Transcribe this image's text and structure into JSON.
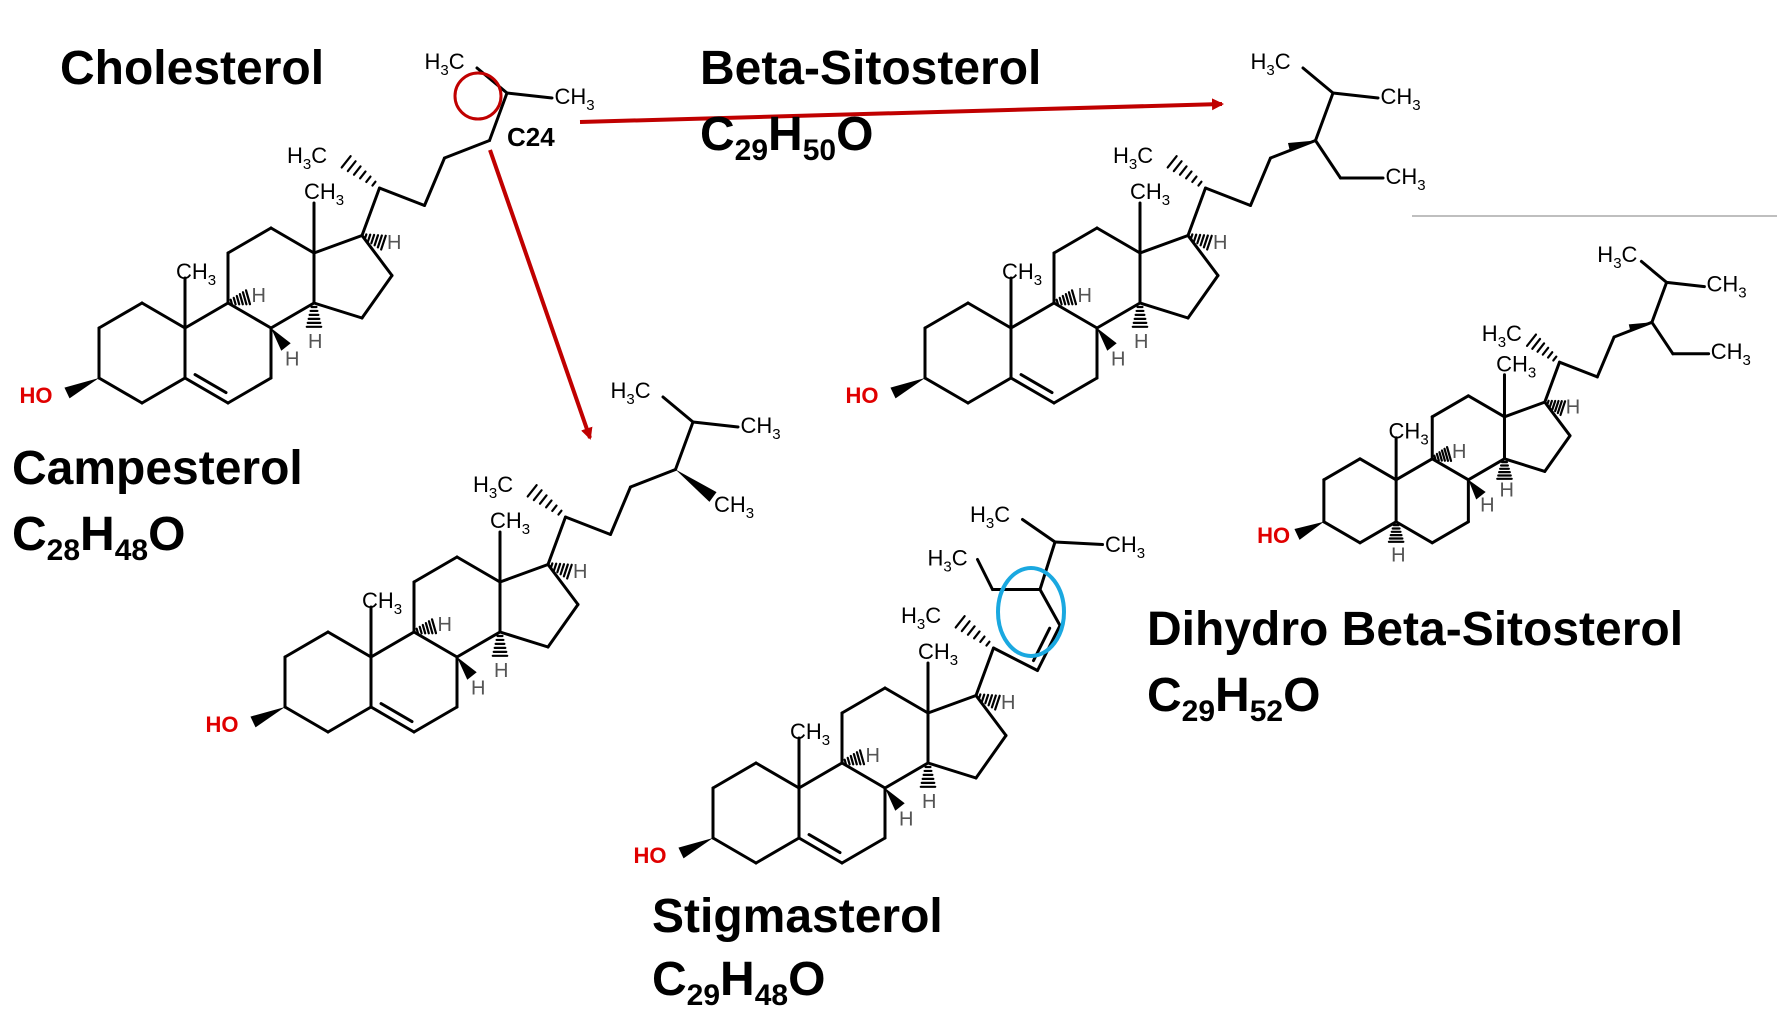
{
  "colors": {
    "arrow": "#c00000",
    "highlight_circle_red": "#c00000",
    "highlight_ellipse_blue": "#1aa8e0",
    "hydroxyl": "#e00000"
  },
  "compounds": {
    "cholesterol": {
      "name": "Cholesterol",
      "position_label": "C24"
    },
    "beta_sitosterol": {
      "name": "Beta-Sitosterol",
      "formula": {
        "c": "29",
        "h": "50"
      }
    },
    "campesterol": {
      "name": "Campesterol",
      "formula": {
        "c": "28",
        "h": "48"
      }
    },
    "stigmasterol": {
      "name": "Stigmasterol",
      "formula": {
        "c": "29",
        "h": "48"
      }
    },
    "dihydro_beta_sitosterol": {
      "name": "Dihydro Beta-Sitosterol",
      "formula": {
        "c": "29",
        "h": "52"
      }
    }
  },
  "atoms": {
    "C": "C",
    "H": "H",
    "O": "O",
    "HO": "HO",
    "CH": "CH",
    "sub3": "3"
  }
}
